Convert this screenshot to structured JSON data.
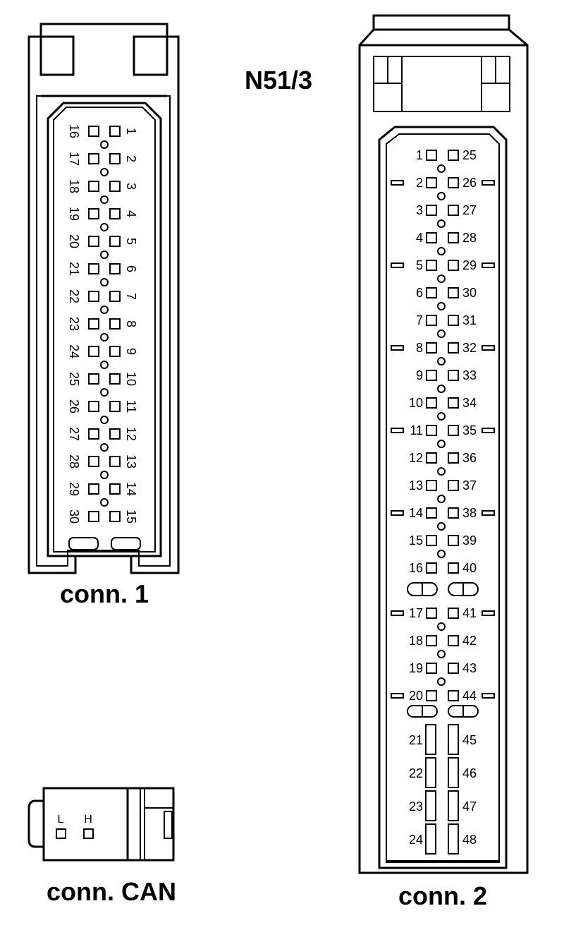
{
  "title": "N51/3",
  "conn1": {
    "label": "conn. 1",
    "pins_right": [
      "1",
      "2",
      "3",
      "4",
      "5",
      "6",
      "7",
      "8",
      "9",
      "10",
      "11",
      "12",
      "13",
      "14",
      "15"
    ],
    "pins_left": [
      "16",
      "17",
      "18",
      "19",
      "20",
      "21",
      "22",
      "23",
      "24",
      "25",
      "26",
      "27",
      "28",
      "29",
      "30"
    ]
  },
  "conn2": {
    "label": "conn. 2",
    "pins_left": [
      "1",
      "2",
      "3",
      "4",
      "5",
      "6",
      "7",
      "8",
      "9",
      "10",
      "11",
      "12",
      "13",
      "14",
      "15",
      "16",
      "17",
      "18",
      "19",
      "20"
    ],
    "pins_right": [
      "25",
      "26",
      "27",
      "28",
      "29",
      "30",
      "31",
      "32",
      "33",
      "34",
      "35",
      "36",
      "37",
      "38",
      "39",
      "40",
      "41",
      "42",
      "43",
      "44"
    ],
    "large_left": [
      "21",
      "22",
      "23",
      "24"
    ],
    "large_right": [
      "45",
      "46",
      "47",
      "48"
    ]
  },
  "conn_can": {
    "label": "conn. CAN",
    "pin_l": "L",
    "pin_h": "H"
  }
}
